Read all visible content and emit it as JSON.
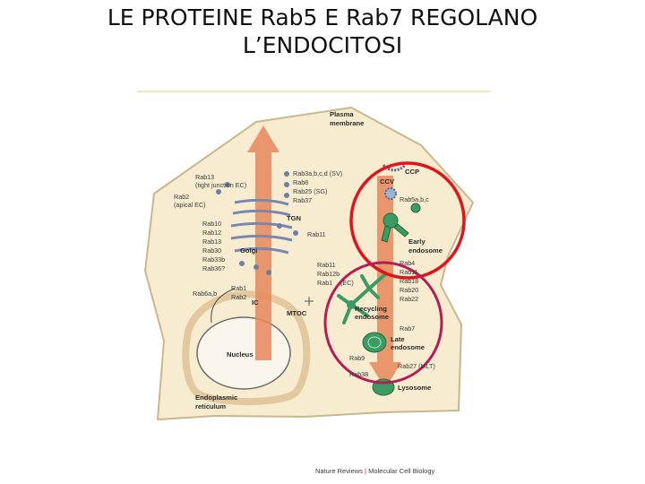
{
  "title": {
    "line1": "LE PROTEINE Rab5 E Rab7 REGOLANO",
    "line2": "L’ENDOCITOSI"
  },
  "figure": {
    "labels": {
      "plasma_membrane_1": "Plasma",
      "plasma_membrane_2": "membrane",
      "ccp": "CCP",
      "ccv": "CCV",
      "rab5abc": "Rab5a,b,c",
      "early_endosome_1": "Early",
      "early_endosome_2": "endosome",
      "rab3abcd": "Rab3a,b,c,d (SV)",
      "rab8": "Rab8",
      "rab25": "Rab25 (SG)",
      "rab37": "Rab37",
      "rab13_tj_1": "Rab13",
      "rab13_tj_2": "(tight junction EC)",
      "rab2_1": "Rab2",
      "rab2_2": "(apical EC)",
      "tgn": "TGN",
      "rab11_right": "Rab11",
      "rab10": "Rab10",
      "rab12": "Rab12",
      "rab13": "Rab13",
      "rab30": "Rab30",
      "rab33b": "Rab33b",
      "rab36": "Rab36?",
      "golgi": "Golgi",
      "rab11a": "Rab11",
      "rab12b": "Rab12b",
      "rab13b": "Rab1",
      "ec": "(EC)",
      "rab4": "Rab4",
      "rab11c": "Rab11",
      "rab18": "Rab18",
      "rab20": "Rab20",
      "rab22": "Rab22",
      "rab6ab": "Rab6a,b",
      "rab1": "Rab1",
      "rab2": "Rab2",
      "ic": "IC",
      "mtoc": "MTOC",
      "recycling_1": "Recycling",
      "recycling_2": "endosome",
      "rab7": "Rab7",
      "late_1": "Late",
      "late_2": "endosome",
      "nucleus": "Nucleus",
      "rab9": "Rab9",
      "rab27": "Rab27 (MLT)",
      "rab38": "Rab38",
      "lysosome": "Lysosome",
      "er_1": "Endoplasmic",
      "er_2": "reticulum"
    },
    "credit_journal": "Nature Reviews",
    "credit_sep": "|",
    "credit_section": "Molecular Cell Biology",
    "colors": {
      "cell_fill": "#f7eccf",
      "cell_border": "#c9b88e",
      "arrow": "#e8875a",
      "vesicle": "#6b7fa8",
      "endosome": "#3c9a63",
      "highlight_red": "#e0141c",
      "highlight_magenta": "#b41d55"
    }
  }
}
